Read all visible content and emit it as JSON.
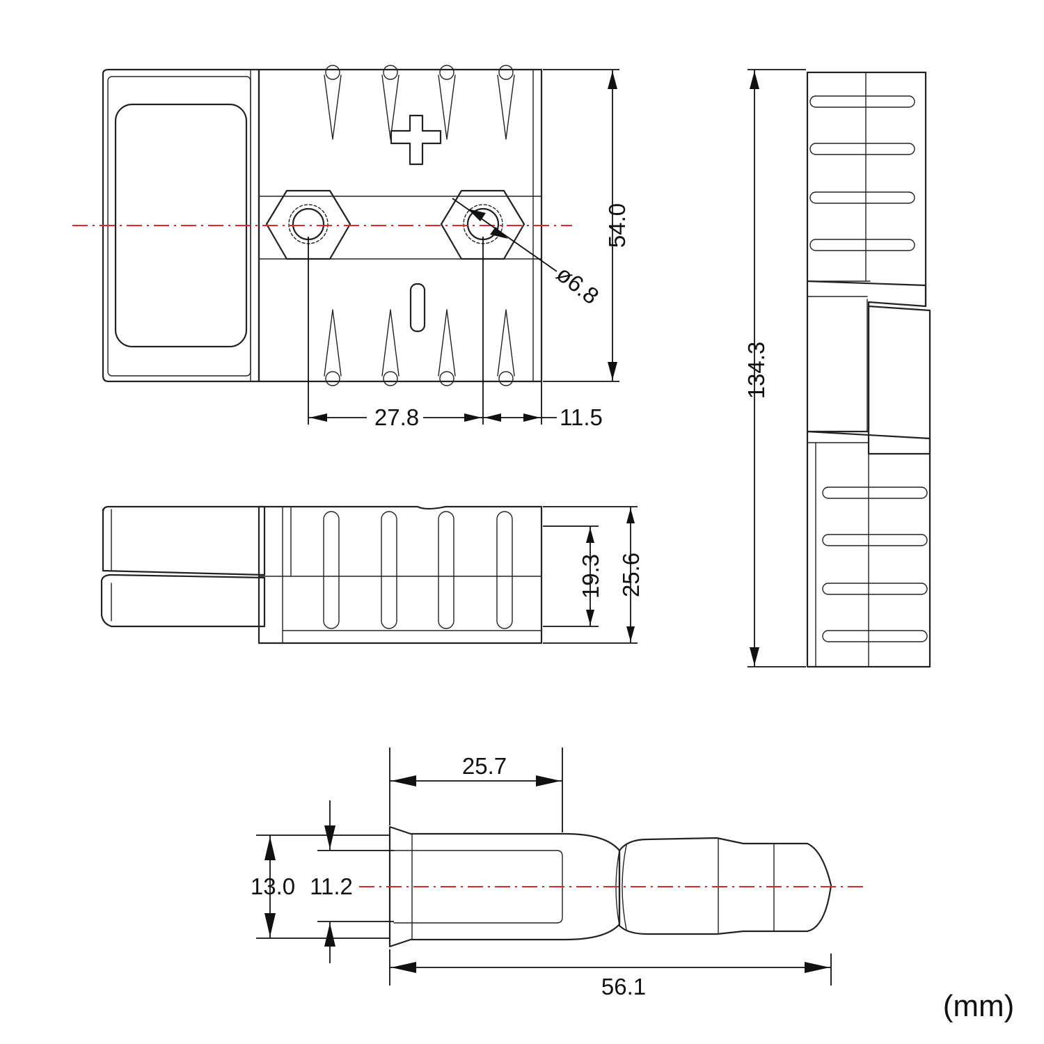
{
  "dimensions": {
    "front_height": "54.0",
    "hole_diameter": "ø6.8",
    "hole_spacing": "27.8",
    "hole_edge": "11.5",
    "total_length": "134.3",
    "side_inner_height": "19.3",
    "side_height": "25.6",
    "contact_length": "25.7",
    "contact_outer_dia": "13.0",
    "contact_inner_dia": "11.2",
    "contact_total_length": "56.1"
  },
  "unit": "(mm)"
}
